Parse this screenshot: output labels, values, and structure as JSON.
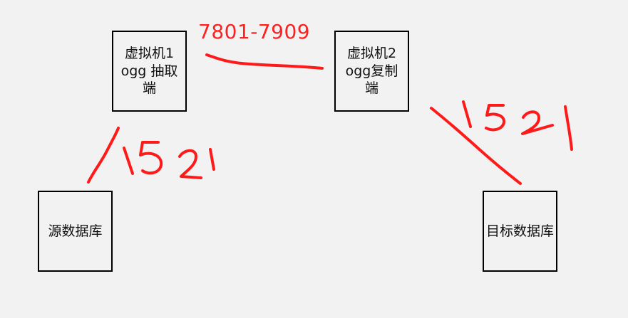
{
  "nodes": {
    "vm1": {
      "line1": "虚拟机1",
      "line2": "ogg 抽取",
      "line3": "端"
    },
    "vm2": {
      "line1": "虚拟机2",
      "line2": "ogg复制",
      "line3": "端"
    },
    "source_db": {
      "label": "源数据库"
    },
    "target_db": {
      "label": "目标数据库"
    }
  },
  "connections": {
    "vm_link_ports": "7801-7909",
    "source_port_handwritten": "1521",
    "target_port_handwritten": "1521"
  },
  "colors": {
    "annotation": "#ff1a1a",
    "box_border": "#000000",
    "background": "#f2f2f2"
  }
}
